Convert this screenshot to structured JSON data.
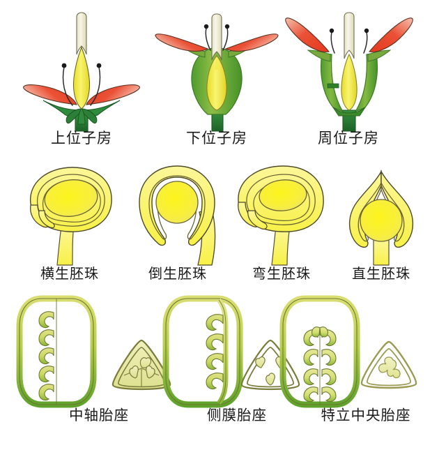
{
  "diagram": {
    "title_visible": false,
    "background": "#ffffff",
    "rows": [
      {
        "id": "ovary-position",
        "items": [
          {
            "id": "superior-ovary",
            "label": "上位子房"
          },
          {
            "id": "inferior-ovary",
            "label": "下位子房"
          },
          {
            "id": "perigynous-ovary",
            "label": "周位子房"
          }
        ]
      },
      {
        "id": "ovule-types",
        "items": [
          {
            "id": "hemitropous-ovule",
            "label": "横生胚珠"
          },
          {
            "id": "anatropous-ovule",
            "label": "倒生胚珠"
          },
          {
            "id": "campylotropous-ovule",
            "label": "弯生胚珠"
          },
          {
            "id": "orthotropous-ovule",
            "label": "直生胚珠"
          }
        ]
      },
      {
        "id": "placentation-types",
        "items": [
          {
            "id": "axile-placentation",
            "label": "中轴胎座"
          },
          {
            "id": "parietal-placentation",
            "label": "侧膜胎座"
          },
          {
            "id": "free-central-placentation",
            "label": "特立中央胎座"
          }
        ]
      }
    ]
  },
  "colors": {
    "petal_red": "#e8452c",
    "petal_red_light": "#ee6a55",
    "petal_red_dark": "#cf3620",
    "petal_tip_pale": "#f5b5a4",
    "sepal_green": "#2f8b3d",
    "sepal_green_dark": "#1f6b2c",
    "receptacle_green": "#6aa63a",
    "receptacle_green_light": "#9ec64f",
    "ovary_yellow": "#f2e733",
    "ovary_yellow_light": "#f7f06a",
    "style_cream": "#f2efd8",
    "style_cream_edge": "#ded9b2",
    "ovule_yellow": "#f7f23a",
    "ovule_pale": "#fbf7a8",
    "ovule_core": "#faf028",
    "outline_dark": "#3a3a2a",
    "outline_black": "#222222",
    "carpel_green": "#7fae2f",
    "carpel_green_dark": "#55901f",
    "carpel_pale": "#edeeb8",
    "text": "#1a1a1a"
  }
}
